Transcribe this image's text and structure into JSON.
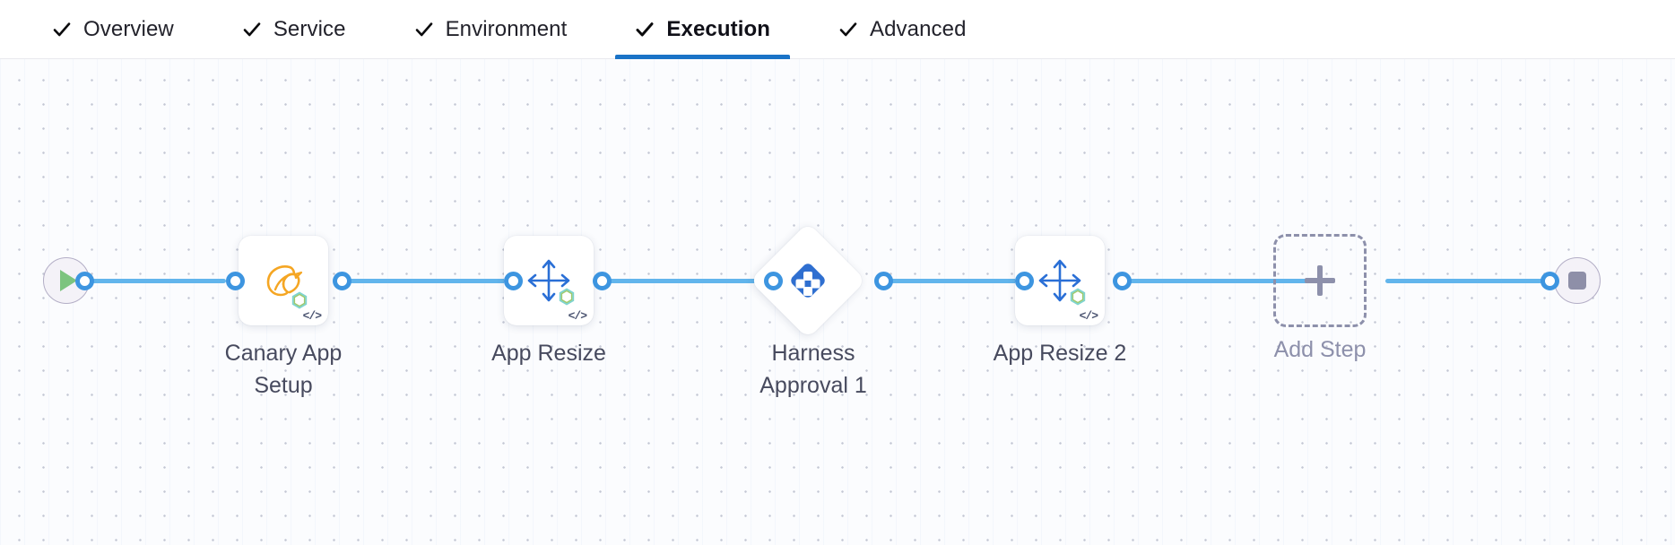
{
  "tabs": [
    {
      "label": "Overview",
      "icon": "check-icon",
      "active": false
    },
    {
      "label": "Service",
      "icon": "check-icon",
      "active": false
    },
    {
      "label": "Environment",
      "icon": "check-icon",
      "active": false
    },
    {
      "label": "Execution",
      "icon": "check-icon",
      "active": true
    },
    {
      "label": "Advanced",
      "icon": "check-icon",
      "active": false
    }
  ],
  "colors": {
    "active_tab_underline": "#1a73c7",
    "connector_line": "#62b5ec",
    "port_ring": "#3d95e0",
    "harness_logo": "#2f6fd0",
    "canary_icon": "#f5a623",
    "resize_icon": "#2a6fd6",
    "add_step_dash": "#8d90ab",
    "start_play": "#7cc47f",
    "end_stop": "#8e8fa8",
    "caption_text": "#474a5e"
  },
  "pipeline": {
    "start_node": {
      "name": "start",
      "icon": "play-icon"
    },
    "end_node": {
      "name": "end",
      "icon": "stop-icon"
    },
    "steps": [
      {
        "id": "canary-app-setup",
        "label": "Canary App\nSetup",
        "icon": "canary-bird-icon",
        "type": "card",
        "code_badge": "</>"
      },
      {
        "id": "app-resize",
        "label": "App Resize",
        "icon": "resize-arrows-icon",
        "type": "card",
        "code_badge": "</>"
      },
      {
        "id": "harness-approval-1",
        "label": "Harness\nApproval 1",
        "icon": "harness-logo-icon",
        "type": "diamond",
        "code_badge": ""
      },
      {
        "id": "app-resize-2",
        "label": "App Resize 2",
        "icon": "resize-arrows-icon",
        "type": "card",
        "code_badge": "</>"
      }
    ],
    "add_step": {
      "label": "Add Step",
      "icon": "plus-icon"
    }
  }
}
